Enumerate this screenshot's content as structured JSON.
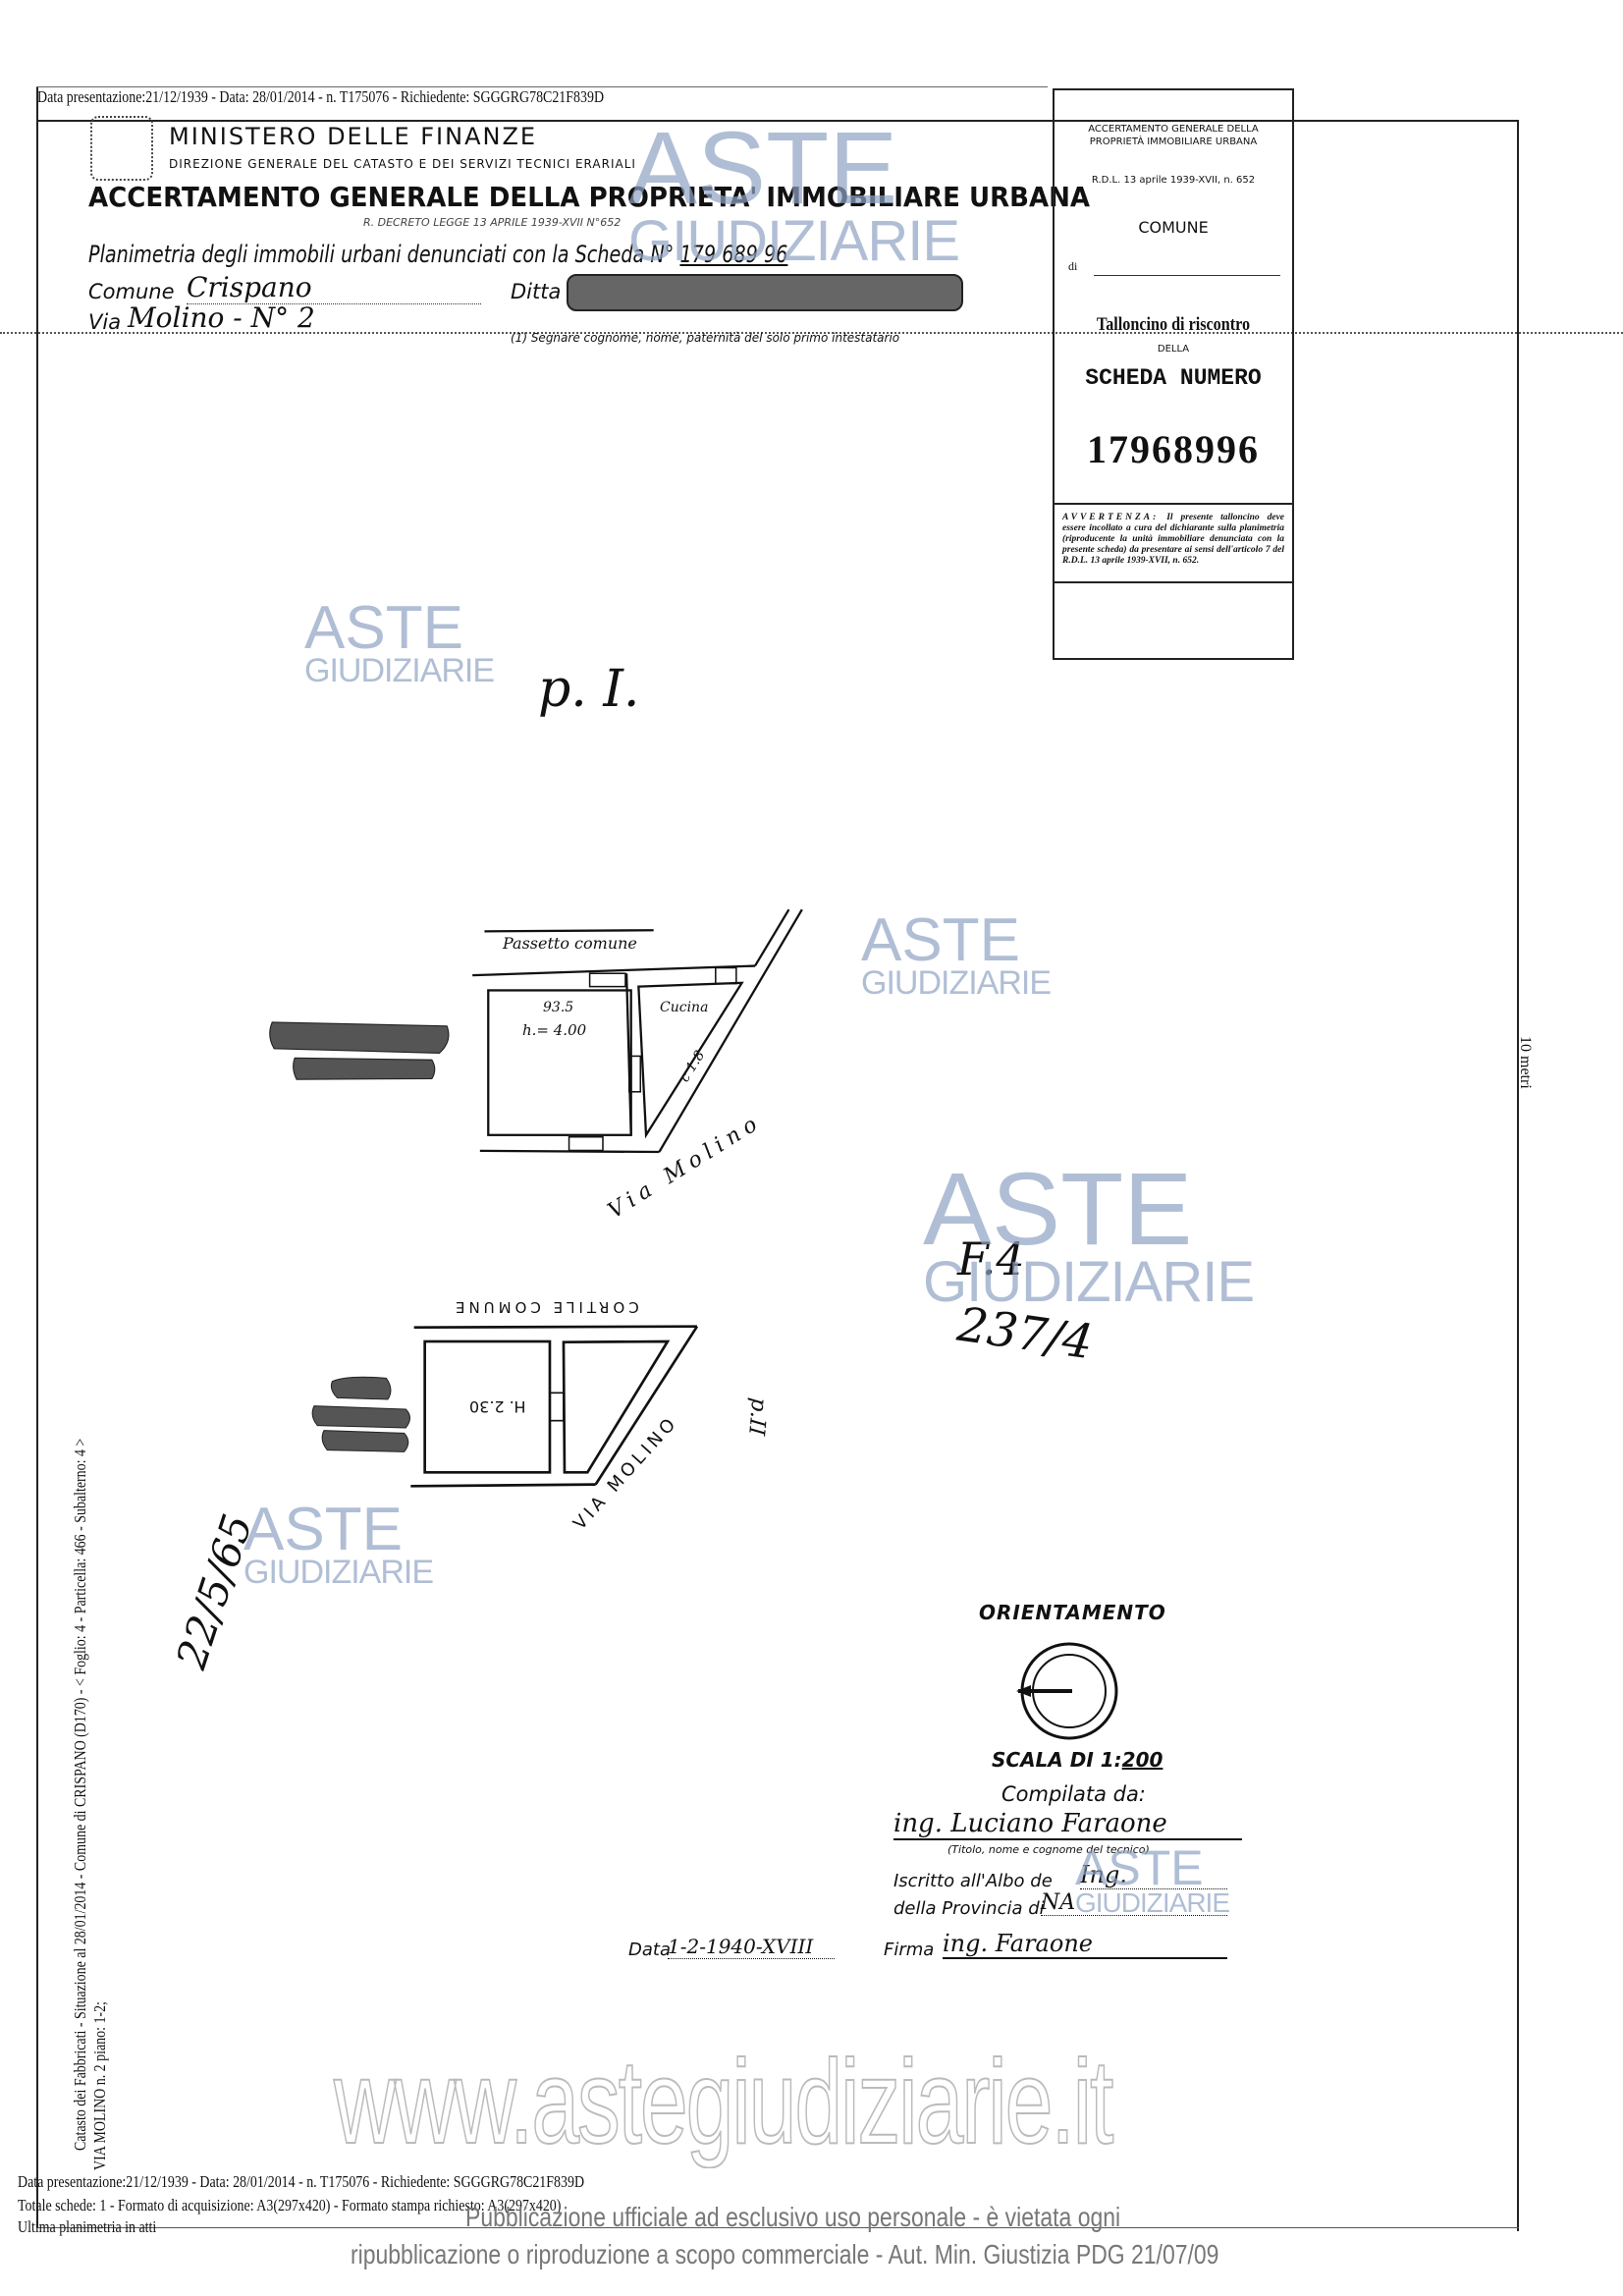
{
  "header_meta": {
    "top_line": "Data presentazione:21/12/1939 - Data: 28/01/2014 - n. T175076 - Richiedente: SGGGRG78C21F839D",
    "bottom_line_1": "Data presentazione:21/12/1939 - Data: 28/01/2014 - n. T175076 - Richiedente: SGGGRG78C21F839D",
    "bottom_line_2": "Totale schede: 1 - Formato di acquisizione: A3(297x420) - Formato stampa richiesto: A3(297x420)",
    "bottom_line_3": "Ultima planimetria in atti",
    "side_line_1": "Catasto dei Fabbricati - Situazione al 28/01/2014 - Comune di CRISPANO (D170) - < Foglio: 4 - Particella: 466 - Subalterno: 4 >",
    "side_line_2": "VIA MOLINO n. 2 piano: 1-2;",
    "scale_bar": "10 metri"
  },
  "form": {
    "ministry": "MINISTERO DELLE FINANZE",
    "direction": "DIREZIONE GENERALE DEL CATASTO E DEI SERVIZI TECNICI ERARIALI",
    "title": "ACCERTAMENTO GENERALE DELLA PROPRIETA' IMMOBILIARE URBANA",
    "decree": "R. DECRETO LEGGE 13 APRILE 1939-XVII N°652",
    "planimetria_label": "Planimetria degli immobili urbani denunciati con la Scheda N°",
    "scheda_number": "179 689 96",
    "comune_label": "Comune",
    "comune_value": "Crispano",
    "ditta_label": "Ditta",
    "via_label": "Via",
    "via_value": "Molino - N° 2",
    "note": "(1) Segnare cognome, nome, paternità del solo primo intestatario"
  },
  "tallon": {
    "line1": "ACCERTAMENTO GENERALE DELLA",
    "line2": "PROPRIETÀ IMMOBILIARE URBANA",
    "decree": "R.D.L. 13 aprile 1939-XVII, n. 652",
    "comune": "COMUNE",
    "di": "di",
    "title": "Talloncino di riscontro",
    "della": "DELLA",
    "scheda": "SCHEDA NUMERO",
    "number": "17968996",
    "avvertenza_title": "AVVERTENZA:",
    "avvertenza_text": "Il presente talloncino deve essere incollato a cura del dichiarante sulla planimetria (riproducente la unità immobiliare denunciata con la presente scheda) da presentare ai sensi dell'articolo 7 del R.D.L. 13 aprile 1939-XVII, n. 652."
  },
  "drawing": {
    "floor_label_1": "p. I.",
    "passetto": "Passetto comune",
    "room_area": "93.5",
    "room_height": "h.= 4.00",
    "kitchen": "Cucina",
    "kitchen_dim": "c 1.8",
    "street_1": "Via Molino",
    "cortile": "CORTILE COMUNE",
    "room_height_2": "H. 2.30",
    "street_2": "VIA MOLINO",
    "floor_label_2": "p.II",
    "annotation_fg": "F.4",
    "annotation_part": "237/4",
    "annotation_date": "22/5/65"
  },
  "footer_block": {
    "orientamento": "ORIENTAMENTO",
    "scala_label": "SCALA DI 1:",
    "scala_value": "200",
    "compilata": "Compilata da:",
    "tecnico": "ing. Luciano Faraone",
    "tecnico_caption": "(Titolo, nome e cognome del tecnico)",
    "albo_label": "Iscritto all'Albo de",
    "albo_value": "Ing.",
    "provincia_label": "della Provincia di",
    "provincia_value": "NA",
    "data_label": "Data",
    "data_value": "1-2-1940-XVIII",
    "firma_label": "Firma",
    "firma_value": "ing. Faraone"
  },
  "watermark": {
    "aste": "ASTE",
    "giudiziarie": "GIUDIZIARIE",
    "site": "www.astegiudiziarie.it",
    "disclaimer_1": "Pubblicazione ufficiale ad esclusivo uso personale - è vietata ogni",
    "disclaimer_2": "ripubblicazione o riproduzione a scopo commerciale - Aut. Min. Giustizia PDG 21/07/09"
  }
}
